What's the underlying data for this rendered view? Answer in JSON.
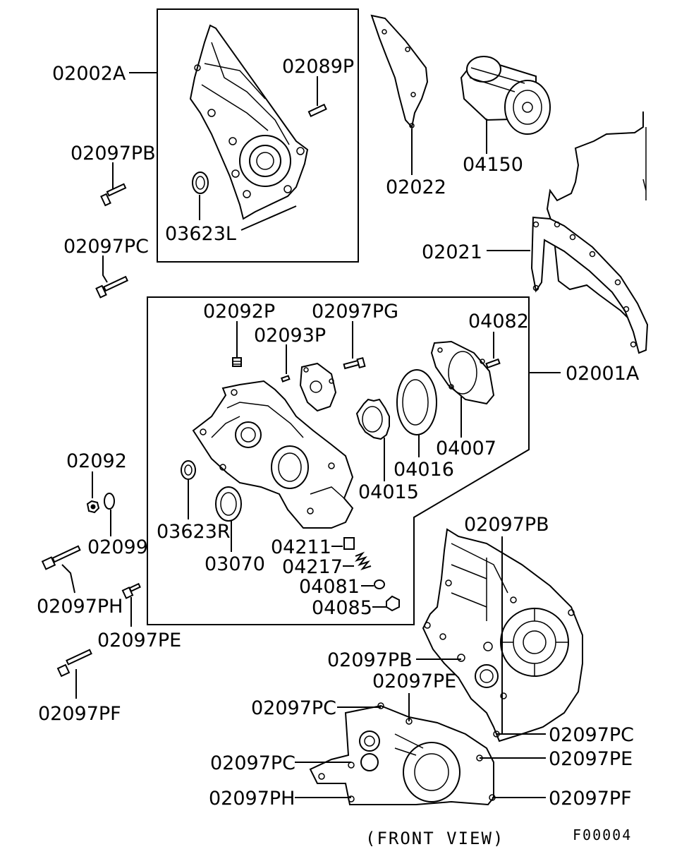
{
  "labels": {
    "02002A": "02002A",
    "02089P": "02089P",
    "02097PB_left": "02097PB",
    "03623L": "03623L",
    "02097PC_left": "02097PC",
    "02022": "02022",
    "04150": "04150",
    "02021": "02021",
    "02092P": "02092P",
    "02097PG": "02097PG",
    "04082": "04082",
    "02093P": "02093P",
    "02001A": "02001A",
    "04007": "04007",
    "04016": "04016",
    "04015": "04015",
    "02092": "02092",
    "02099": "02099",
    "03623R": "03623R",
    "03070": "03070",
    "04211": "04211",
    "04217": "04217",
    "04081": "04081",
    "04085": "04085",
    "02097PH_left": "02097PH",
    "02097PE_left": "02097PE",
    "02097PF_left": "02097PF",
    "02097PB_front_top": "02097PB",
    "02097PB_front_mid": "02097PB",
    "02097PE_front_mid": "02097PE",
    "02097PC_front_1": "02097PC",
    "02097PC_front_right": "02097PC",
    "02097PC_front_2": "02097PC",
    "02097PE_front_right": "02097PE",
    "02097PH_front": "02097PH",
    "02097PF_front": "02097PF"
  },
  "caption": "(FRONT VIEW)",
  "figure_code": "F00004"
}
